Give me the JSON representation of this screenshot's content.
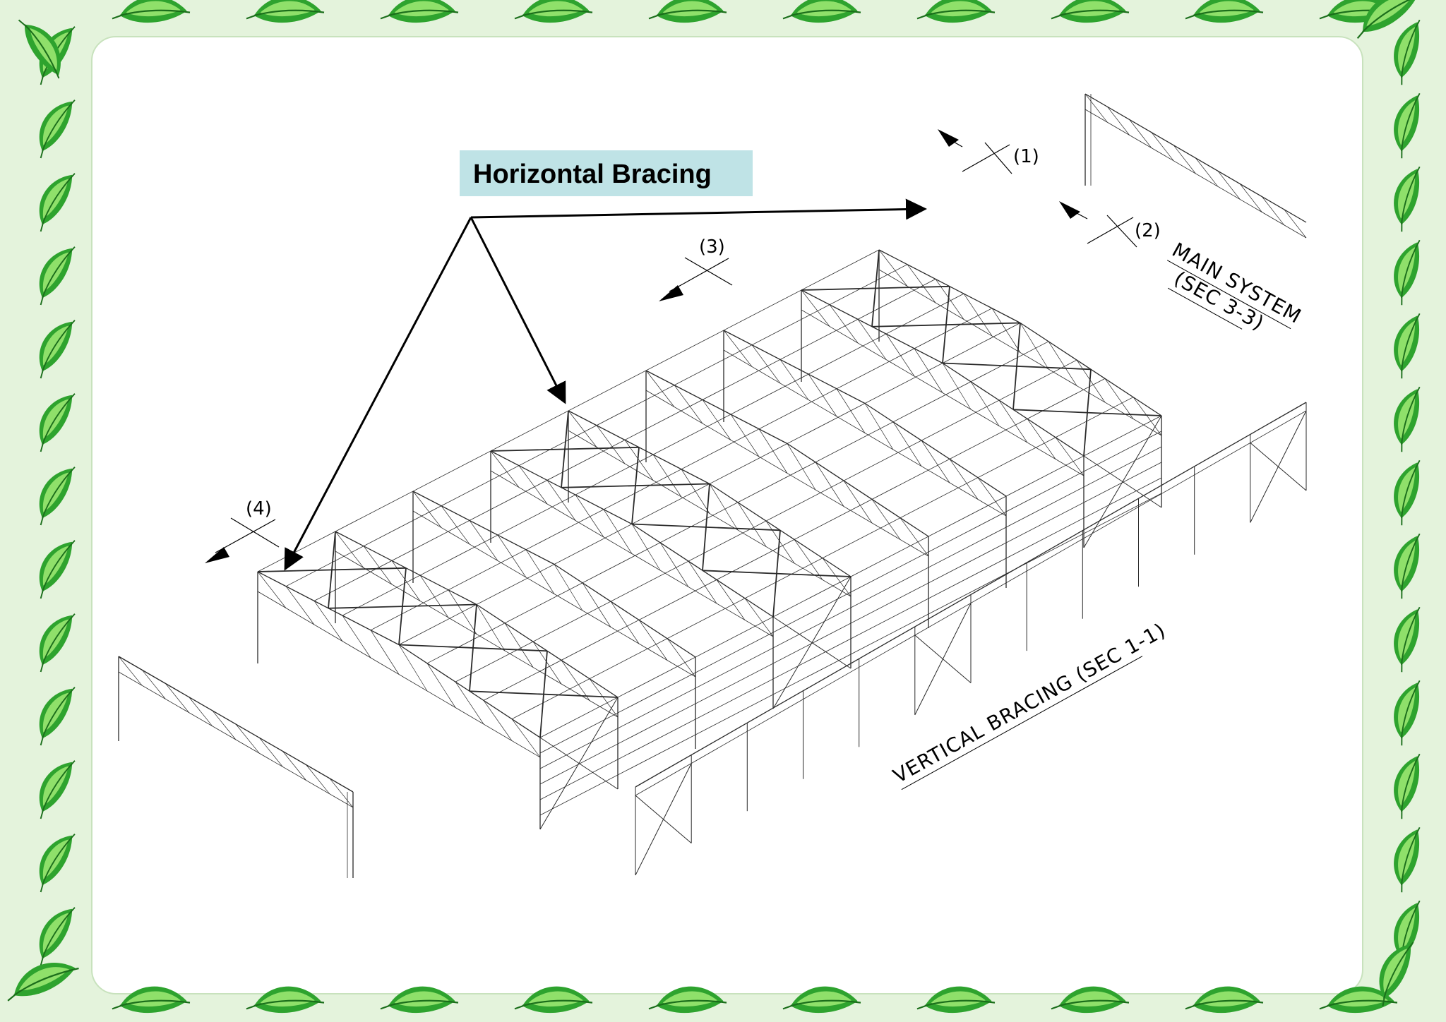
{
  "callout": {
    "label": "Horizontal Bracing",
    "box_color": "#bfe3e6"
  },
  "section_markers": [
    "(1)",
    "(2)",
    "(3)",
    "(4)"
  ],
  "labels": {
    "main_system_line1": "MAIN SYSTEM",
    "main_system_line2": "(SEC 3-3)",
    "vertical_bracing": "VERTICAL BRACING (SEC 1-1)"
  },
  "colors": {
    "border": "#e4f3dc",
    "panel": "#ffffff",
    "leaf_dark": "#2ea32e",
    "leaf_light": "#8fe06a",
    "structure_line": "#2a2a2a"
  }
}
